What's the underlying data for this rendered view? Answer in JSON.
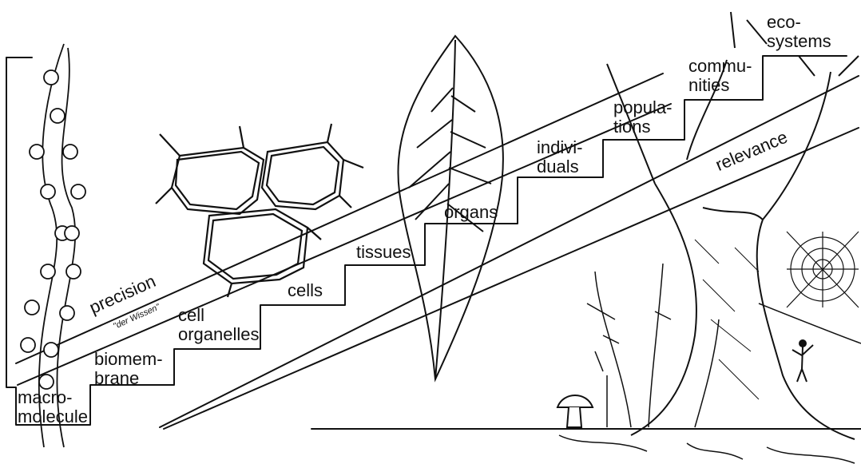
{
  "labels": {
    "macromolecule": "macro-\nmolecule",
    "biomembrane": "biomem-\nbrane",
    "cell_organelles": "cell\norganelles",
    "cells": "cells",
    "tissues": "tissues",
    "organs": "organs",
    "individuals": "indivi-\nduals",
    "populations": "popula-\ntions",
    "communities": "commu-\nnities",
    "ecosystems": "eco-\nsystems",
    "precision": "precision",
    "precision_note": "\"der Wissen\"",
    "relevance": "relevance"
  },
  "icons": [
    "molecule-chain-icon",
    "plant-cells-icon",
    "leaf-icon",
    "tree-icon",
    "mushroom-icon",
    "spider-web-icon",
    "human-figure-icon",
    "shrub-icon"
  ]
}
